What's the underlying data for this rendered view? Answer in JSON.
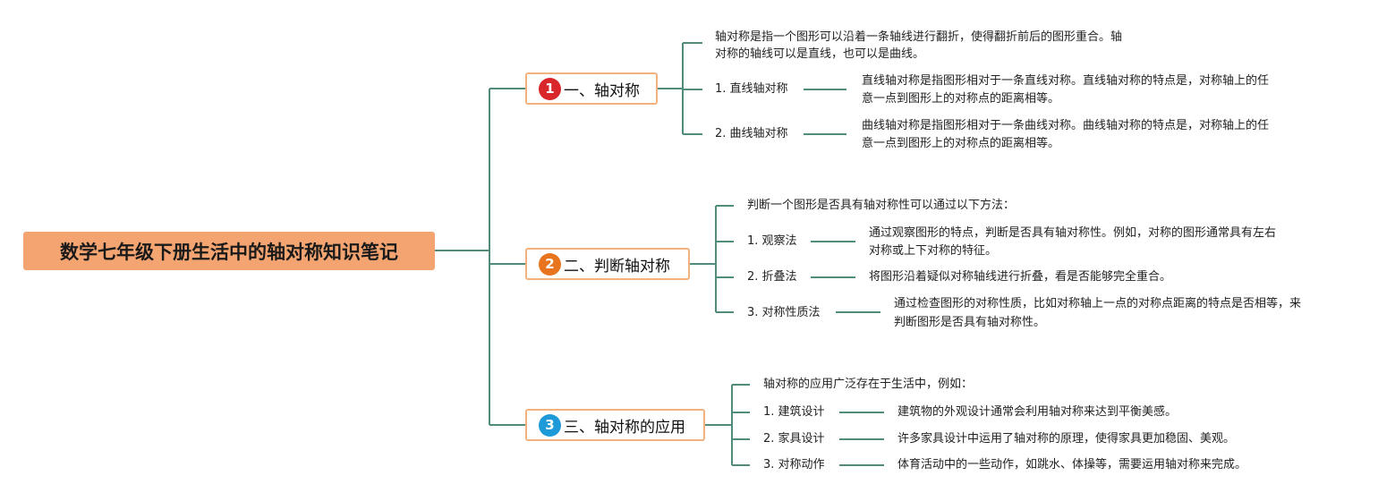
{
  "title": "数学七年级下册生活中的轴对称知识笔记",
  "colors": {
    "root_fill": "#f4a470",
    "branch_border": "#f2b27e",
    "connector": "#4f8c7c"
  },
  "branches": [
    {
      "number": "1",
      "number_color": "#d8262a",
      "label": "一、轴对称",
      "intro": [
        "轴对称是指一个图形可以沿着一条轴线进行翻折，使得翻折前后的图形重合。轴",
        "对称的轴线可以是直线，也可以是曲线。"
      ],
      "items": [
        {
          "label": "1. 直线轴对称",
          "desc": [
            "直线轴对称是指图形相对于一条直线对称。直线轴对称的特点是，对称轴上的任",
            "意一点到图形上的对称点的距离相等。"
          ]
        },
        {
          "label": "2. 曲线轴对称",
          "desc": [
            "曲线轴对称是指图形相对于一条曲线对称。曲线轴对称的特点是，对称轴上的任",
            "意一点到图形上的对称点的距离相等。"
          ]
        }
      ]
    },
    {
      "number": "2",
      "number_color": "#e8741e",
      "label": "二、判断轴对称",
      "intro": [
        "判断一个图形是否具有轴对称性可以通过以下方法："
      ],
      "items": [
        {
          "label": "1. 观察法",
          "desc": [
            "通过观察图形的特点，判断是否具有轴对称性。例如，对称的图形通常具有左右",
            "对称或上下对称的特征。"
          ]
        },
        {
          "label": "2. 折叠法",
          "desc": [
            "将图形沿着疑似对称轴线进行折叠，看是否能够完全重合。"
          ]
        },
        {
          "label": "3. 对称性质法",
          "desc": [
            "通过检查图形的对称性质，比如对称轴上一点的对称点距离的特点是否相等，来",
            "判断图形是否具有轴对称性。"
          ]
        }
      ]
    },
    {
      "number": "3",
      "number_color": "#1e9ad9",
      "label": "三、轴对称的应用",
      "intro": [
        "轴对称的应用广泛存在于生活中，例如："
      ],
      "items": [
        {
          "label": "1. 建筑设计",
          "desc": [
            "建筑物的外观设计通常会利用轴对称来达到平衡美感。"
          ]
        },
        {
          "label": "2. 家具设计",
          "desc": [
            "许多家具设计中运用了轴对称的原理，使得家具更加稳固、美观。"
          ]
        },
        {
          "label": "3. 对称动作",
          "desc": [
            "体育活动中的一些动作，如跳水、体操等，需要运用轴对称来完成。"
          ]
        }
      ]
    }
  ]
}
